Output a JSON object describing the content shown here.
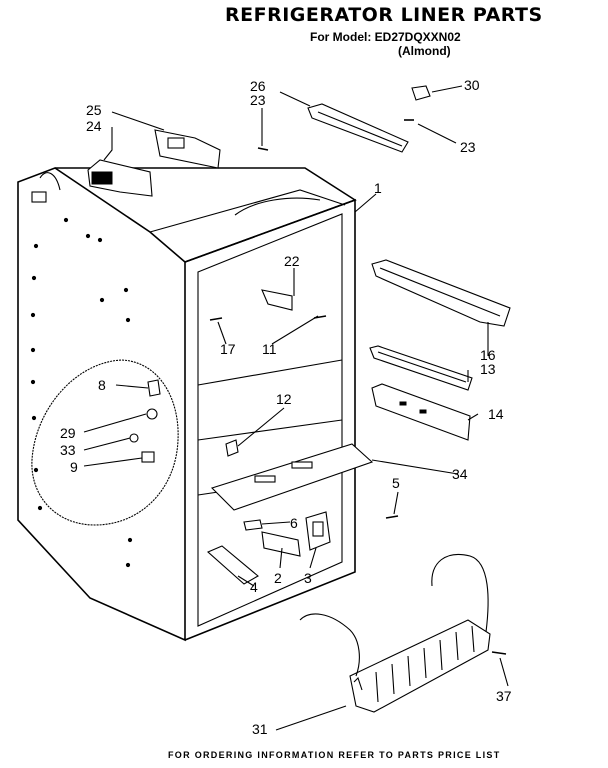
{
  "header": {
    "title": "REFRIGERATOR LINER PARTS",
    "model_line": "For Model: ED27DQXXN02",
    "color_line": "(Almond)"
  },
  "footer": {
    "note": "FOR ORDERING INFORMATION REFER TO PARTS PRICE LIST"
  },
  "callouts": {
    "p1": "1",
    "p2": "2",
    "p3": "3",
    "p4": "4",
    "p5": "5",
    "p6": "6",
    "p8": "8",
    "p9": "9",
    "p11": "11",
    "p12": "12",
    "p13": "13",
    "p14": "14",
    "p16": "16",
    "p17": "17",
    "p22": "22",
    "p23a": "23",
    "p23b": "23",
    "p24": "24",
    "p25": "25",
    "p26": "26",
    "p29": "29",
    "p30": "30",
    "p31": "31",
    "p33": "33",
    "p34": "34",
    "p37": "37"
  }
}
